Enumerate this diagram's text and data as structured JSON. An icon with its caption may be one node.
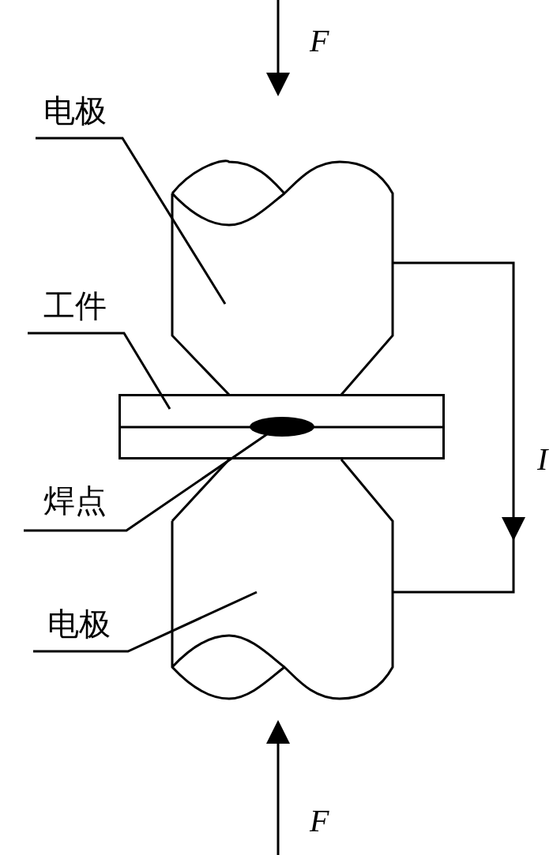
{
  "diagram": {
    "nodes": [
      {
        "text": [
          "电极"
        ]
      },
      {
        "text": [],
        "shape": "cylinder"
      },
      {
        "text": [
          "工件"
        ]
      },
      {
        "text": [],
        "shape": "bar"
      },
      {
        "text": [
          "焊点"
        ]
      },
      {
        "text": [],
        "shape": "ellipse",
        "in": 3
      },
      {
        "text": [
          "电极"
        ]
      },
      {
        "text": [],
        "shape": "cylinder"
      }
    ],
    "edges": [
      {
        "from": 0,
        "to": 1,
        "arrow": "none"
      },
      {
        "from": 2,
        "to": 3,
        "arrow": "none"
      },
      {
        "from": 4,
        "to": 5,
        "arrow": "none"
      },
      {
        "from": 6,
        "to": 7,
        "arrow": "none"
      },
      {
        "from": 1,
        "to": 7,
        "arrow": "to",
        "label": "I"
      }
    ],
    "labels": [
      "F",
      "F"
    ]
  }
}
